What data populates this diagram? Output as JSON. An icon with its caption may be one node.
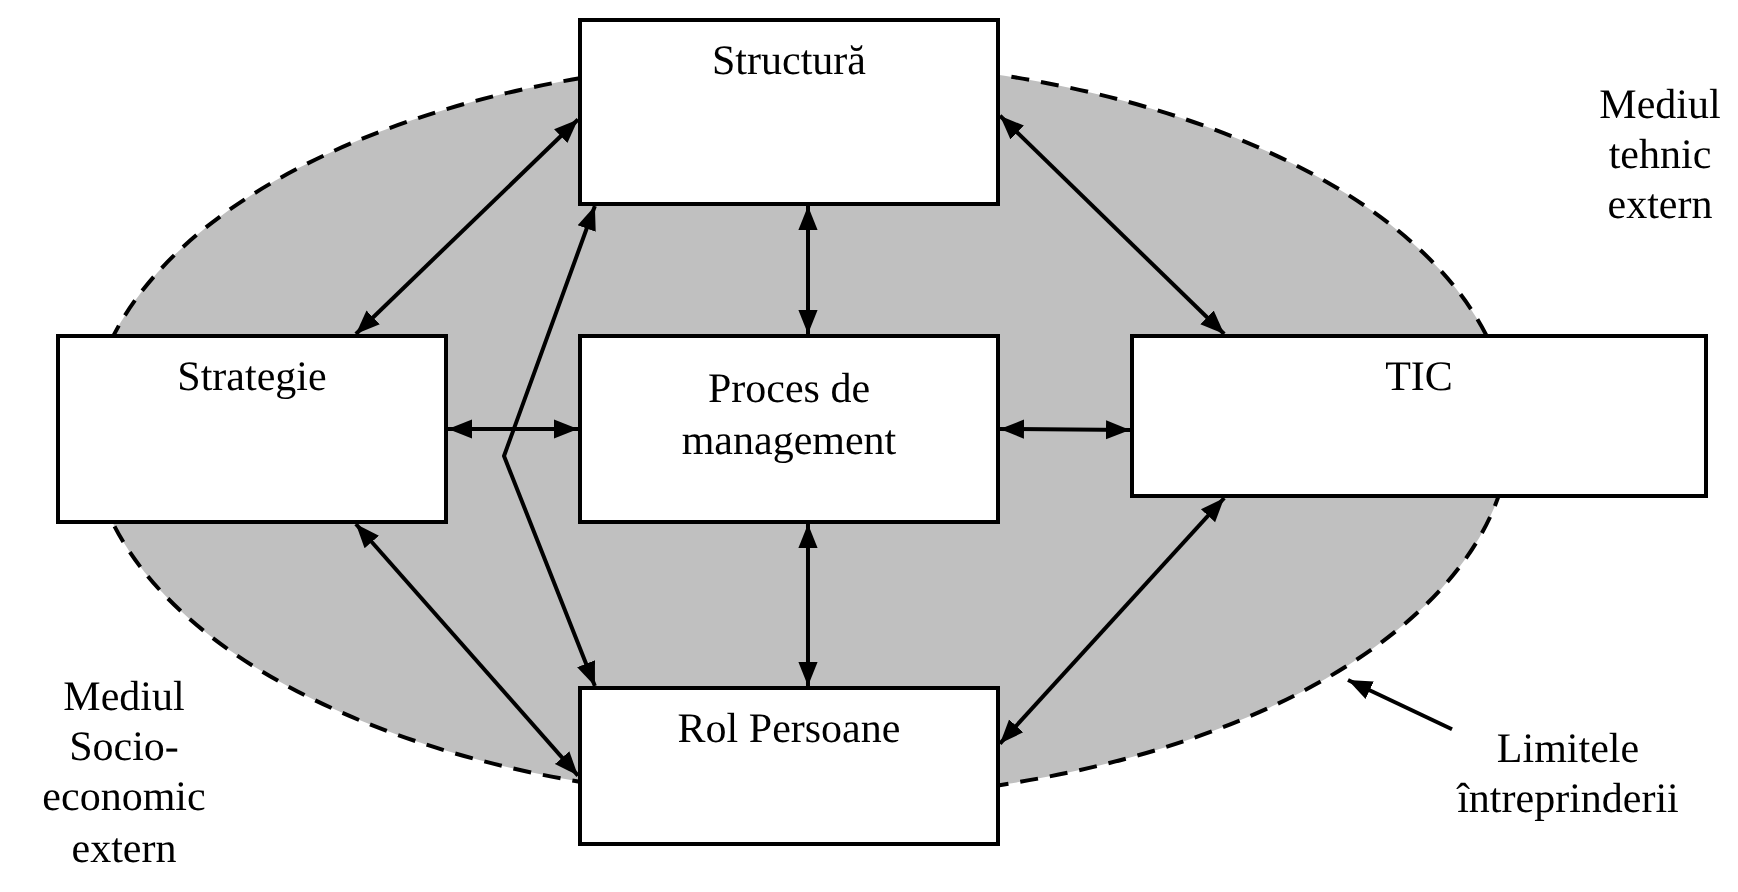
{
  "diagram": {
    "nodes": [
      {
        "text": [
          "Structură"
        ]
      },
      {
        "text": [
          "Strategie"
        ]
      },
      {
        "text": [
          "Proces de management"
        ]
      },
      {
        "text": [
          "TIC"
        ]
      },
      {
        "text": [
          "Rol Persoane"
        ]
      },
      {
        "text": [
          "Limitele întreprinderii"
        ]
      }
    ],
    "edges": [
      {
        "from": 1,
        "to": 0,
        "arrow": "both"
      },
      {
        "from": 0,
        "to": 3,
        "arrow": "both"
      },
      {
        "from": 0,
        "to": 2,
        "arrow": "both"
      },
      {
        "from": 1,
        "to": 2,
        "arrow": "both"
      },
      {
        "from": 2,
        "to": 3,
        "arrow": "both"
      },
      {
        "from": 2,
        "to": 4,
        "arrow": "both"
      },
      {
        "from": 1,
        "to": 4,
        "arrow": "both"
      },
      {
        "from": 3,
        "to": 4,
        "arrow": "both"
      },
      {
        "from": 4,
        "to": 0,
        "arrow": "both"
      },
      {
        "from": 5,
        "to": null,
        "arrow": "to"
      }
    ],
    "labels": [
      "Mediul tehnic extern",
      "Mediul Socio-economic extern"
    ]
  }
}
